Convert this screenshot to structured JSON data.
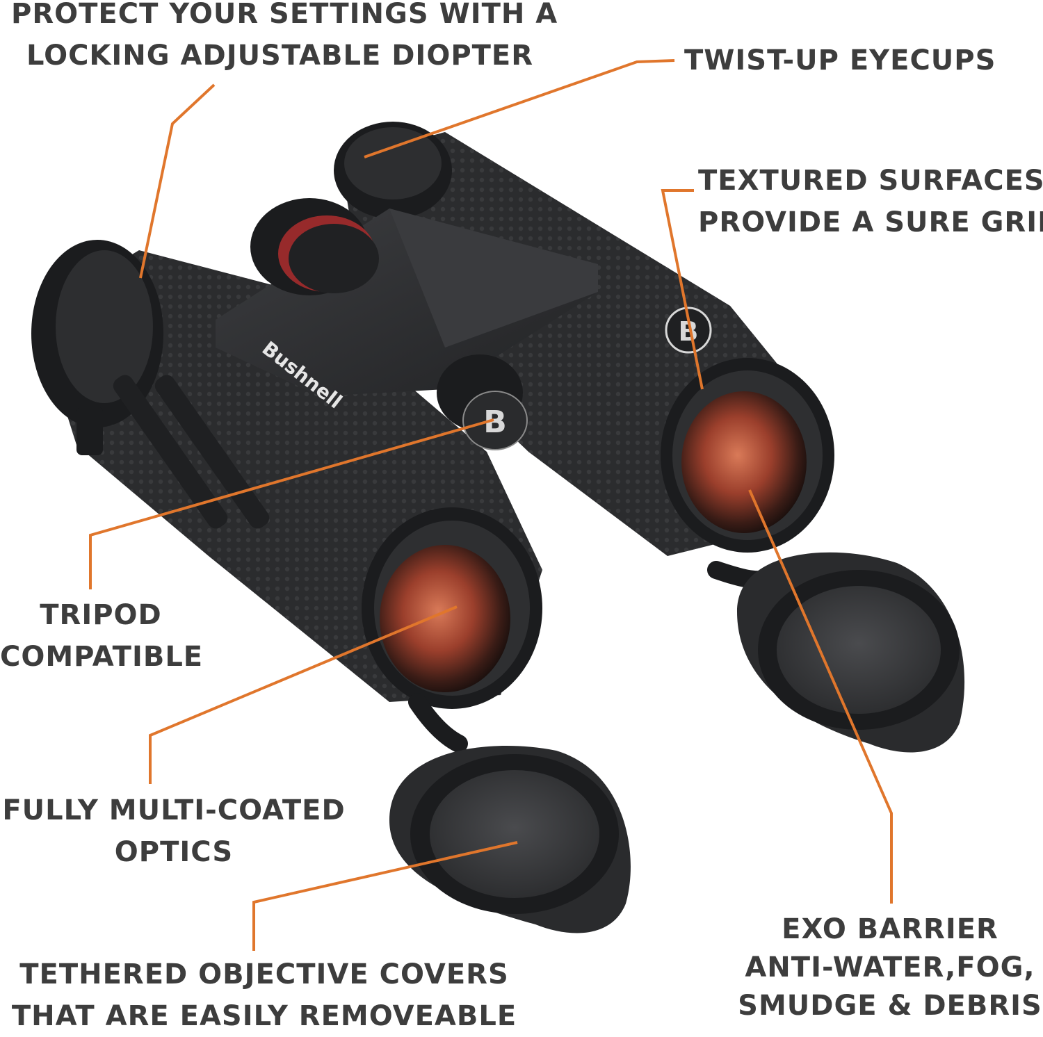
{
  "callouts": {
    "diopter": {
      "lines": [
        "PROTECT YOUR SETTINGS WITH A",
        "LOCKING ADJUSTABLE DIOPTER"
      ]
    },
    "eyecups": {
      "lines": [
        "TWIST-UP EYECUPS"
      ]
    },
    "textured": {
      "lines": [
        "TEXTURED SURFACES",
        "PROVIDE A SURE GRIP"
      ]
    },
    "tripod": {
      "lines": [
        "TRIPOD",
        "COMPATIBLE"
      ]
    },
    "optics": {
      "lines": [
        "FULLY MULTI-COATED",
        "OPTICS"
      ]
    },
    "covers": {
      "lines": [
        "TETHERED OBJECTIVE COVERS",
        "THAT ARE  EASILY REMOVEABLE"
      ]
    },
    "exo": {
      "lines": [
        "EXO BARRIER",
        "ANTI-WATER,FOG,",
        "SMUDGE & DEBRIS"
      ]
    }
  },
  "product": {
    "brand_text": "Bushnell",
    "logo_letter": "B"
  },
  "colors": {
    "leader": "#e0762c",
    "text": "#3d3d3d",
    "body": "#2b2c2e",
    "body_dark": "#1b1c1e",
    "lens_warm": "#b4543a",
    "accent_ring": "#b83232"
  }
}
